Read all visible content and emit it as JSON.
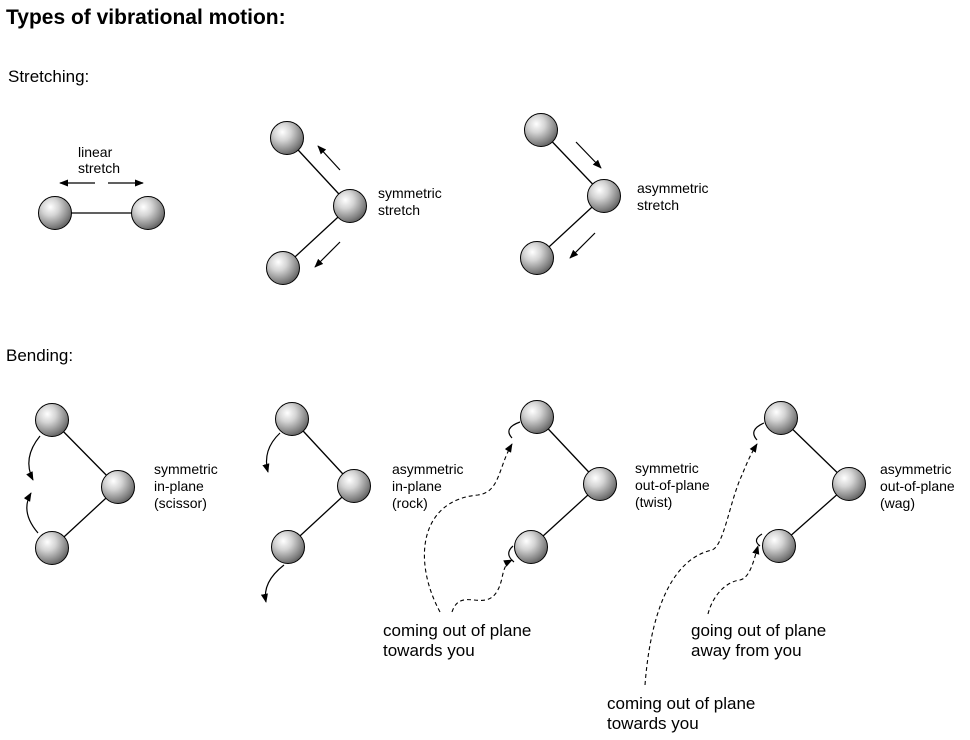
{
  "title": "Types of vibrational motion:",
  "sections": {
    "stretching": {
      "heading": "Stretching:",
      "modes": [
        {
          "lines": [
            "linear",
            "stretch"
          ]
        },
        {
          "lines": [
            "symmetric",
            "stretch"
          ]
        },
        {
          "lines": [
            "asymmetric",
            "stretch"
          ]
        }
      ]
    },
    "bending": {
      "heading": "Bending:",
      "modes": [
        {
          "lines": [
            "symmetric",
            "in-plane",
            "(scissor)"
          ]
        },
        {
          "lines": [
            "asymmetric",
            "in-plane",
            "(rock)"
          ]
        },
        {
          "lines": [
            "symmetric",
            "out-of-plane",
            "(twist)"
          ]
        },
        {
          "lines": [
            "asymmetric",
            "out-of-plane",
            "(wag)"
          ]
        }
      ]
    }
  },
  "notes": [
    {
      "lines": [
        "coming out of plane",
        "towards you"
      ]
    },
    {
      "lines": [
        "going out of plane",
        "away from you"
      ]
    },
    {
      "lines": [
        "coming out of plane",
        "towards you"
      ]
    }
  ]
}
